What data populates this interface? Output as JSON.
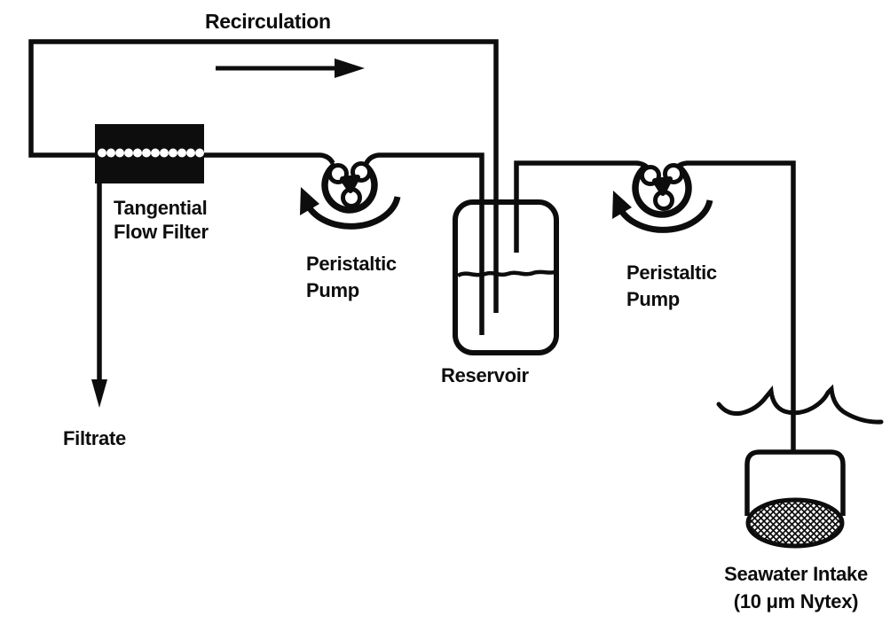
{
  "figure": {
    "type": "seawater-filtration-flow-diagram",
    "colors": {
      "ink": "#0d0d0d",
      "background": "#ffffff"
    },
    "labels": {
      "recirculation": "Recirculation",
      "tangential_filter": [
        "Tangential",
        "Flow Filter"
      ],
      "pump_left": [
        "Peristaltic",
        "Pump"
      ],
      "reservoir": "Reservoir",
      "pump_right": [
        "Peristaltic",
        "Pump"
      ],
      "filtrate": "Filtrate",
      "seawater_intake": [
        "Seawater Intake",
        "(10 μm Nytex)"
      ]
    },
    "icons": {
      "flow_direction_top": "right-arrow",
      "filtrate_direction": "down-arrow",
      "pump_rotation": "counterclockwise-arc-arrow"
    }
  }
}
